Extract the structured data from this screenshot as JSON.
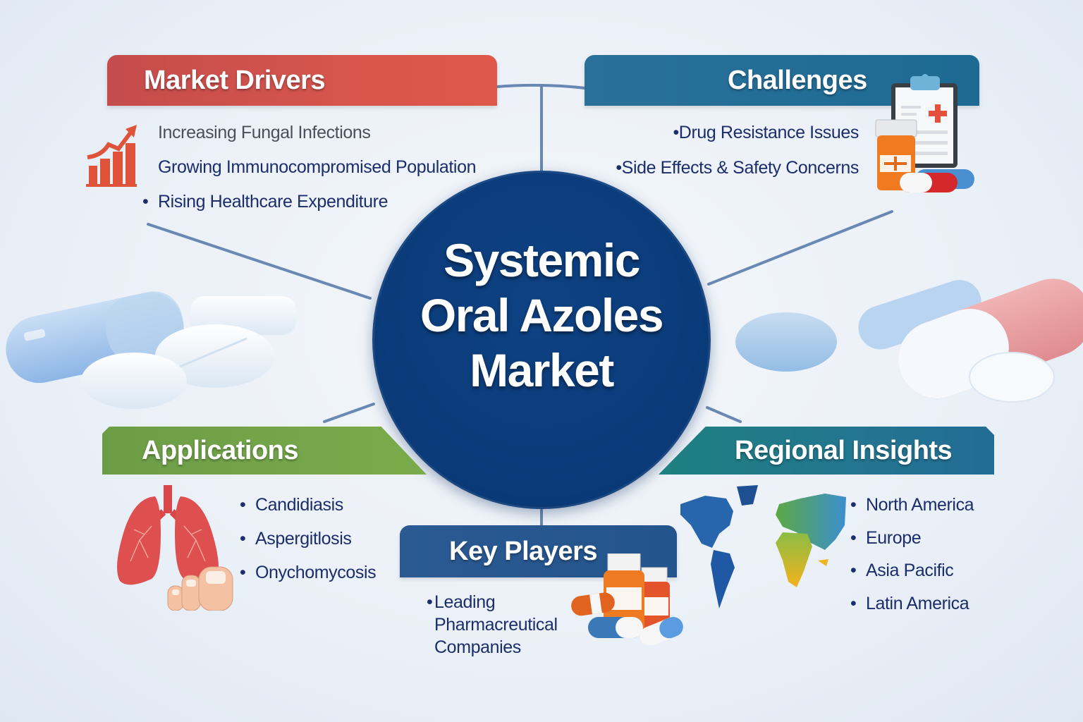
{
  "title": {
    "lines": [
      "Systemic",
      "Oral Azoles",
      "Market"
    ]
  },
  "colors": {
    "drivers": "#d6554c",
    "challenges": "#1d6a93",
    "applications": "#74a548",
    "regional": "#1f7a88",
    "key_players": "#27568e",
    "center": "#0a3a78",
    "text": "#1b2d6b",
    "connector": "#5578a8"
  },
  "sections": {
    "market_drivers": {
      "heading": "Market Drivers",
      "icon": "growth-chart-icon",
      "items": [
        "Increasing Fungal Infections",
        "Growing Immunocompromised Population",
        "Rising Healthcare Expenditure"
      ],
      "bullet": "•"
    },
    "challenges": {
      "heading": "Challenges",
      "icon": "clipboard-medicine-icon",
      "items": [
        "Drug Resistance Issues",
        "Side Effects & Safety Concerns"
      ],
      "bullet": "•"
    },
    "applications": {
      "heading": "Applications",
      "icon": "lungs-toe-icon",
      "items": [
        "Candidiasis",
        "Aspergitlosis",
        "Onychomycosis"
      ],
      "bullet": "•"
    },
    "key_players": {
      "heading": "Key Players",
      "icon": "pill-bottles-icon",
      "items": [
        "Leading Pharmacreutical Companies"
      ],
      "bullet": "•"
    },
    "regional_insights": {
      "heading": "Regional Insights",
      "icon": "world-map-icon",
      "items": [
        "North America",
        "Europe",
        "Asia Pacific",
        "Latin America"
      ],
      "bullet": "•"
    }
  }
}
